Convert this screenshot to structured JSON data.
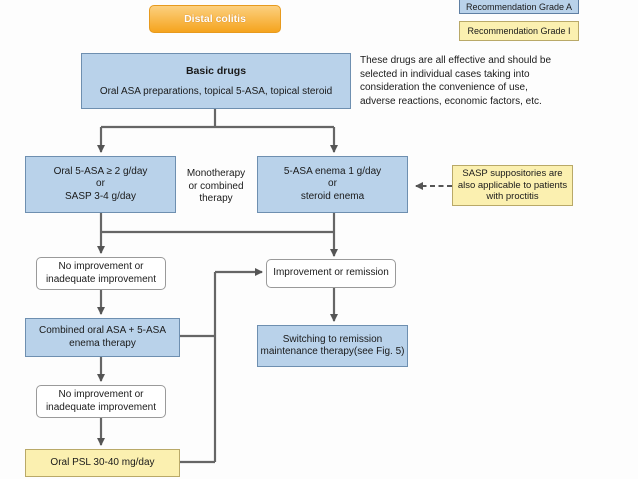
{
  "header": {
    "badge": "Distal colitis"
  },
  "legend": {
    "grade_a": "Recommendation Grade A",
    "grade_i": "Recommendation Grade I"
  },
  "basic_drugs": {
    "title": "Basic drugs",
    "body": "Oral ASA preparations, topical 5-ASA, topical steroid"
  },
  "basic_note": [
    "These drugs are all effective and should be",
    "selected in individual cases taking into",
    "consideration the convenience of use,",
    "adverse reactions, economic factors, etc."
  ],
  "oral_box": [
    "Oral 5-ASA ≥ 2 g/day",
    "or",
    "SASP 3-4 g/day"
  ],
  "mono_label": [
    "Monotherapy",
    "or combined",
    "therapy"
  ],
  "enema_box": [
    "5-ASA enema 1 g/day",
    "or",
    "steroid enema"
  ],
  "sasp_note": [
    "SASP suppositories are",
    "also applicable to patients",
    "with proctitis"
  ],
  "no_improvement_1": [
    "No improvement or",
    "inadequate improvement"
  ],
  "improvement": "Improvement or remission",
  "combined_box": [
    "Combined oral ASA + 5-ASA",
    "enema therapy"
  ],
  "switching_box": [
    "Switching to remission",
    "maintenance therapy(see Fig. 5)"
  ],
  "no_improvement_2": [
    "No improvement or",
    "inadequate improvement"
  ],
  "psl_box": "Oral PSL 30-40 mg/day",
  "colors": {
    "grade_a": "#b9d2ea",
    "grade_i": "#fbf0b0",
    "badge": "#f5a41e",
    "arrow": "#555555"
  }
}
